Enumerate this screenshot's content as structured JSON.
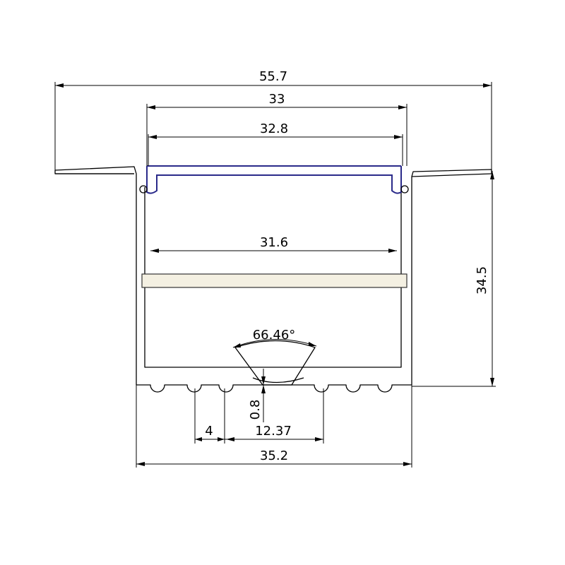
{
  "dimensions": {
    "flange_width": "55.7",
    "cover_outer_width": "33",
    "cover_inner_width": "32.8",
    "diffuser_width": "31.6",
    "reflector_angle": "66.46°",
    "height": "34.5",
    "groove_depth": "0.8",
    "groove_spacing": "4",
    "center_span": "12.37",
    "body_width": "35.2"
  },
  "colors": {
    "outline": "#000000",
    "cover": "#2a2a8a",
    "diffuser": "#f4f0e2"
  }
}
